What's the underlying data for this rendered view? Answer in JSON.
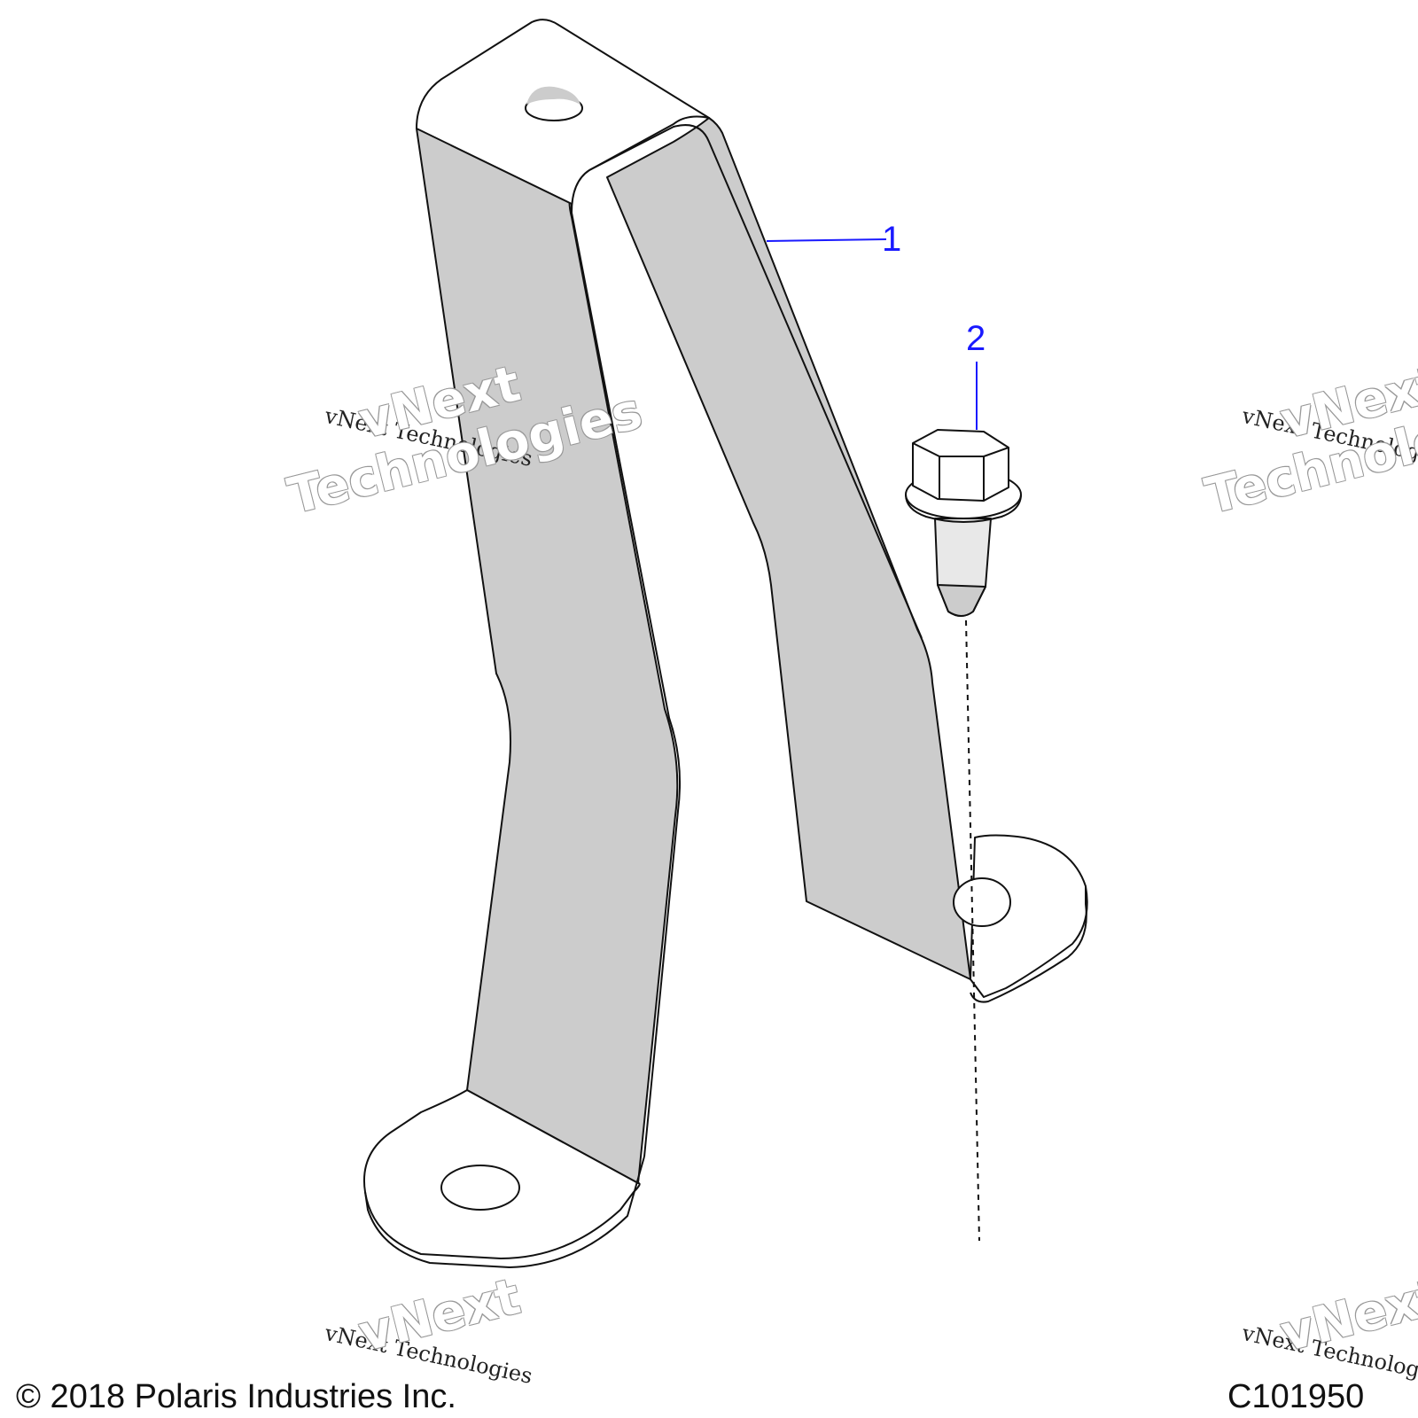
{
  "diagram": {
    "callouts": [
      {
        "id": "1",
        "label": "1"
      },
      {
        "id": "2",
        "label": "2"
      }
    ],
    "copyright": "© 2018 Polaris Industries Inc.",
    "figure_code": "C101950",
    "watermark": {
      "line_small": "vNext Technologies",
      "line_big_1": "vNext",
      "line_big_2": "Technologies"
    },
    "colors": {
      "part_fill": "#cccccc",
      "part_stroke": "#111111",
      "callout": "#1a1aff"
    }
  }
}
